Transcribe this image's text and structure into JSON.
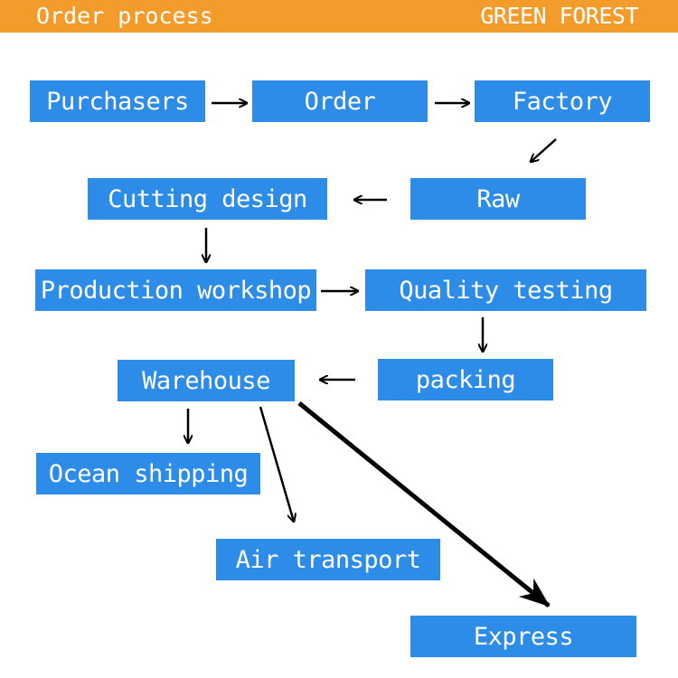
{
  "header": {
    "title": "Order process",
    "brand": "GREEN FOREST"
  },
  "colors": {
    "header_bg": "#f39c2b",
    "node_bg": "#2d8ce8",
    "node_text": "#ffffff",
    "arrow": "#000000"
  },
  "nodes": {
    "purchasers": "Purchasers",
    "order": "Order",
    "factory": "Factory",
    "raw": "Raw",
    "cutting_design": "Cutting design",
    "production_workshop": "Production workshop",
    "quality_testing": "Quality testing",
    "packing": "packing",
    "warehouse": "Warehouse",
    "ocean_shipping": "Ocean shipping",
    "air_transport": "Air transport",
    "express": "Express"
  }
}
